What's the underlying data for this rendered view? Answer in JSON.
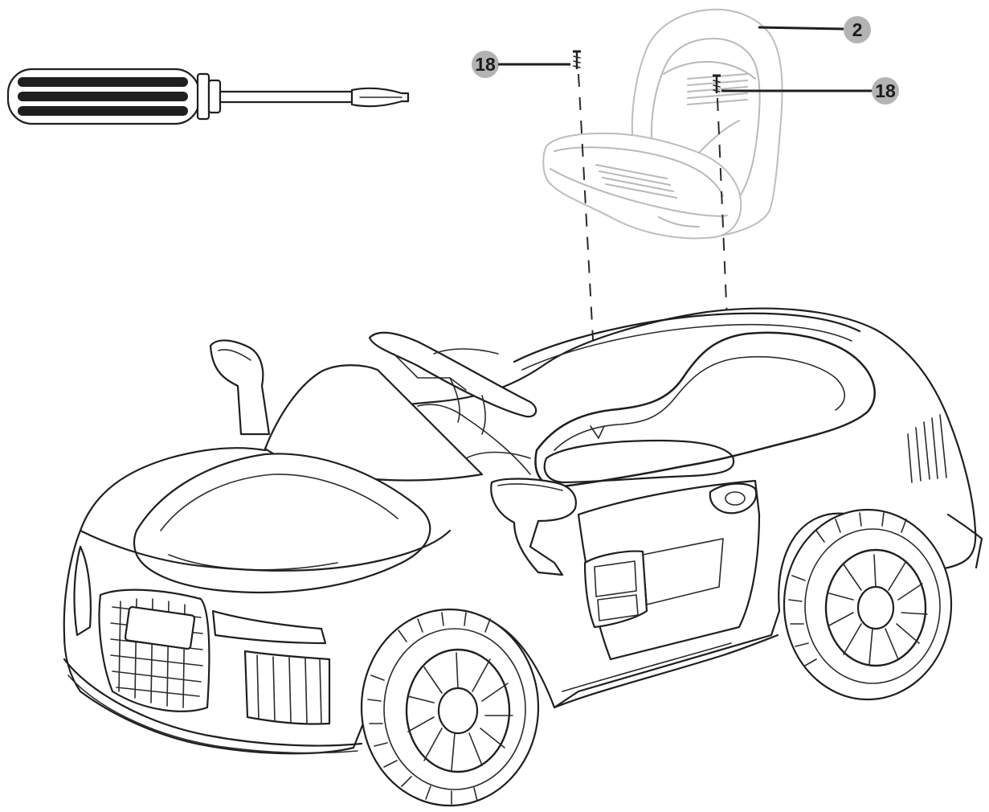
{
  "figure": {
    "callouts": [
      {
        "label": "2",
        "part": "seat"
      },
      {
        "label": "18",
        "part": "screw-left"
      },
      {
        "label": "18",
        "part": "screw-right"
      }
    ],
    "colors": {
      "line": "#1f1f1f",
      "seat_line": "#b9b9b9",
      "callout_bubble": "#b3b3b3",
      "background": "#ffffff"
    },
    "icons": [
      "screwdriver-icon",
      "screw-icon",
      "seat-icon",
      "ride-on-car-icon"
    ]
  }
}
